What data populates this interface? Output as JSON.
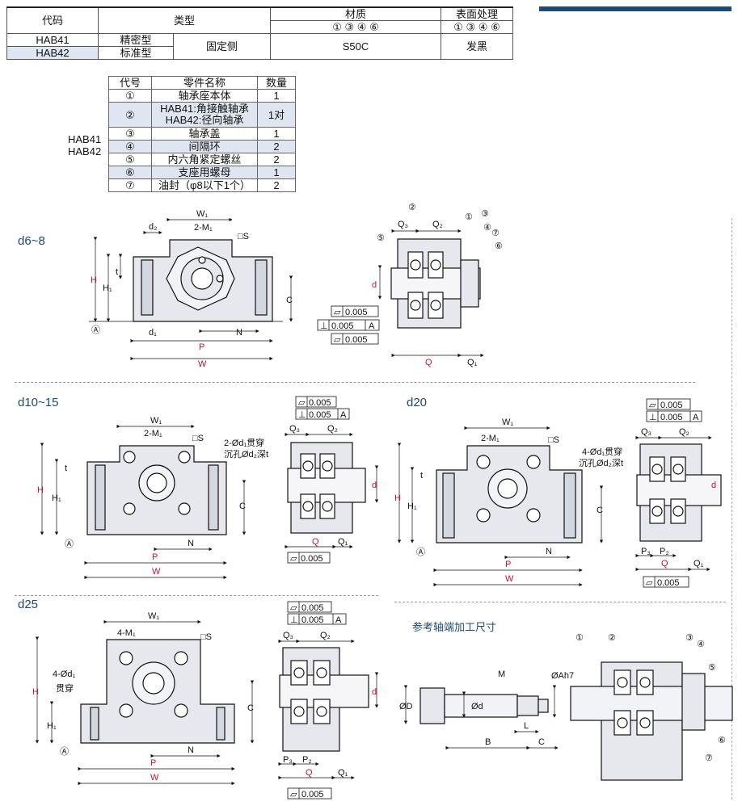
{
  "spec_table": {
    "headers": {
      "code": "代码",
      "type": "类型",
      "material": "材质",
      "surface": "表面处理"
    },
    "material_sub": "① ③ ④ ⑥",
    "surface_sub": "① ③ ④ ⑥",
    "rows": [
      {
        "code": "HAB41",
        "subtype": "精密型"
      },
      {
        "code": "HAB42",
        "subtype": "标准型"
      }
    ],
    "side": "固定侧",
    "material": "S50C",
    "surface": "发黑"
  },
  "parts_table": {
    "headers": {
      "no": "代号",
      "name": "零件名称",
      "qty": "数量"
    },
    "side_codes": [
      "HAB41",
      "HAB42"
    ],
    "rows": [
      {
        "no": "①",
        "name": "轴承座本体",
        "qty": "1"
      },
      {
        "no": "②",
        "name": "HAB41:角接触轴承",
        "name2": "HAB42:径向轴承",
        "qty": "1对"
      },
      {
        "no": "③",
        "name": "轴承盖",
        "qty": "1"
      },
      {
        "no": "④",
        "name": "间隔环",
        "qty": "2"
      },
      {
        "no": "⑤",
        "name": "内六角紧定螺丝",
        "qty": "2"
      },
      {
        "no": "⑥",
        "name": "支座用螺母",
        "qty": "1"
      },
      {
        "no": "⑦",
        "name": "油封（φ8以下1个）",
        "qty": "2"
      }
    ]
  },
  "sections": {
    "d6_8": "d6~8",
    "d10_15": "d10~15",
    "d20": "d20",
    "d25": "d25",
    "shaft_title": "参考轴端加工尺寸"
  },
  "dims": {
    "W1": "W₁",
    "M1x2": "2-M₁",
    "M1x4": "4-M₁",
    "S": "□S",
    "d2": "d₂",
    "d1": "d₁",
    "t": "t",
    "H": "H",
    "H1": "H₁",
    "C": "C",
    "N": "N",
    "P": "P",
    "W": "W",
    "A": "Ⓐ",
    "Q": "Q",
    "Q1": "Q₁",
    "Q2": "Q₂",
    "Q3": "Q₃",
    "P2": "P₂",
    "P3": "P₃",
    "d": "d",
    "hole2": "2-Ød₁贯穿",
    "counter2": "沉孔Ød₂深t",
    "hole4": "4-Ød₁贯穿",
    "counter4": "沉孔Ød₂深t",
    "hole4_d25a": "4-Ød₁",
    "hole4_d25b": "贯穿",
    "shaft_M": "M",
    "shaft_D": "ØD",
    "shaft_d": "Ød",
    "shaft_A": "ØAh7",
    "shaft_L": "L",
    "shaft_B": "B",
    "shaft_C": "C"
  },
  "tolerances": {
    "flat": "0.005",
    "perp": "0.005",
    "datum": "A"
  },
  "callouts": [
    "①",
    "②",
    "③",
    "④",
    "⑤",
    "⑥",
    "⑦"
  ],
  "colors": {
    "accent": "#1f4a73",
    "red_dim": "#c8102e",
    "shade": "#dfe6f1",
    "part_fill": "#e6e8ee"
  }
}
